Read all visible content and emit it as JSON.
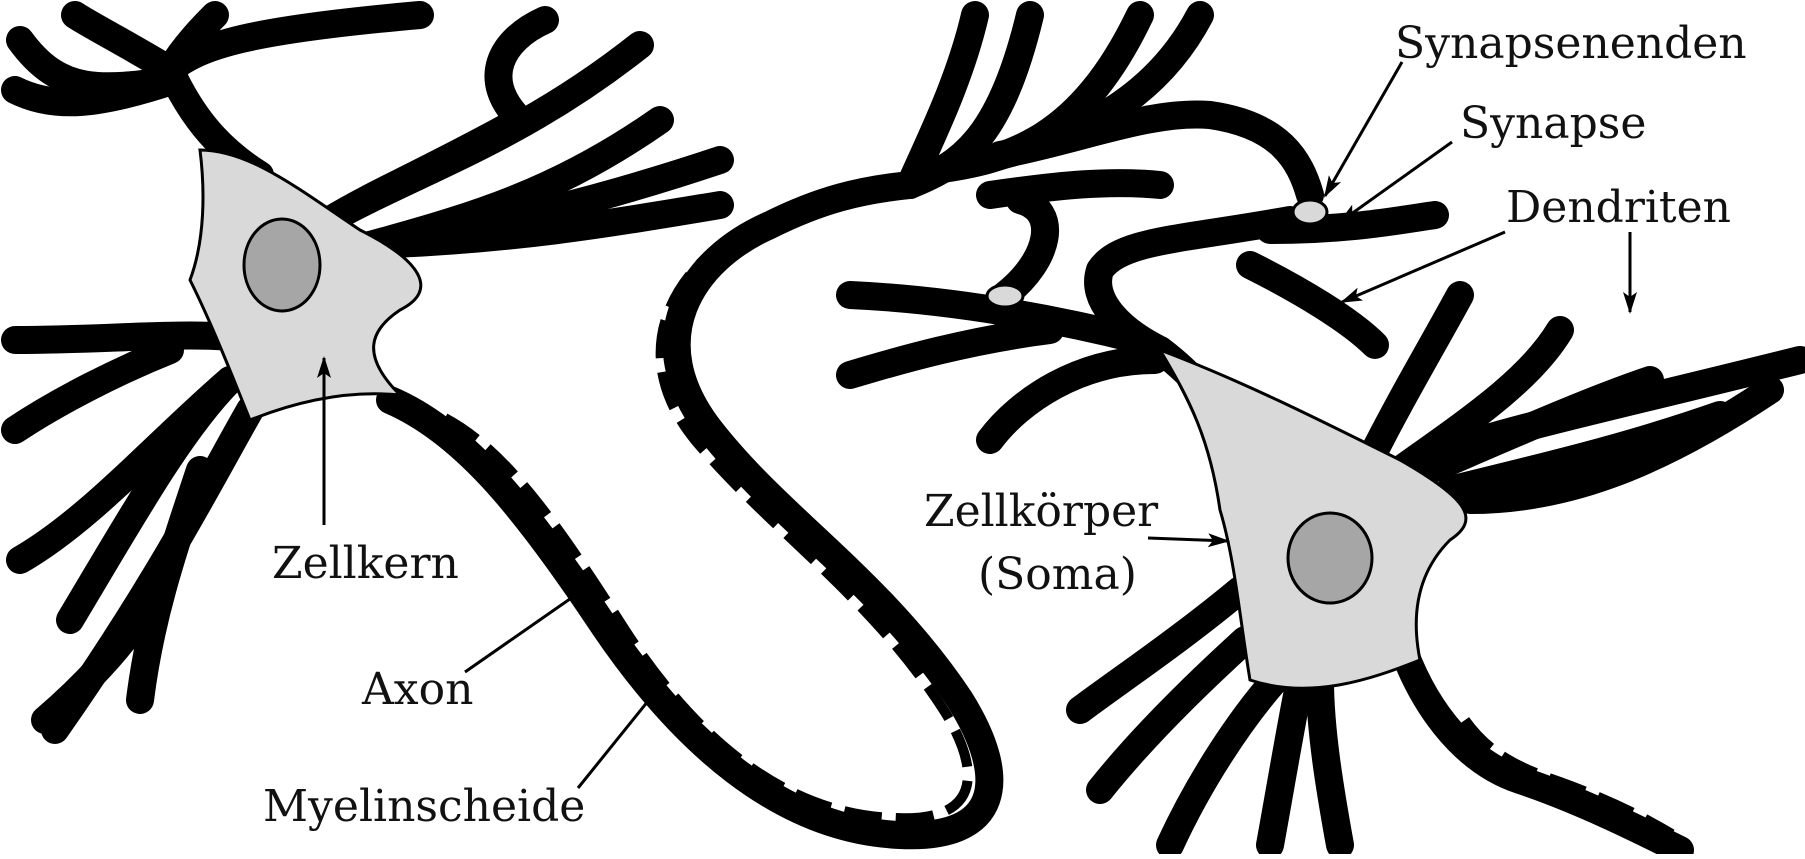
{
  "labels": {
    "zellkern": "Zellkern",
    "axon": "Axon",
    "myelinscheide": "Myelinscheide",
    "synapsenenden": "Synapsenenden",
    "synapse": "Synapse",
    "dendriten": "Dendriten",
    "zellkoerper_line1": "Zellkörper",
    "zellkoerper_line2": "(Soma)"
  },
  "colors": {
    "cell_fill": "#d9d9d9",
    "nucleus_fill": "#a6a6a6",
    "outline": "#000000",
    "background": "#ffffff"
  }
}
